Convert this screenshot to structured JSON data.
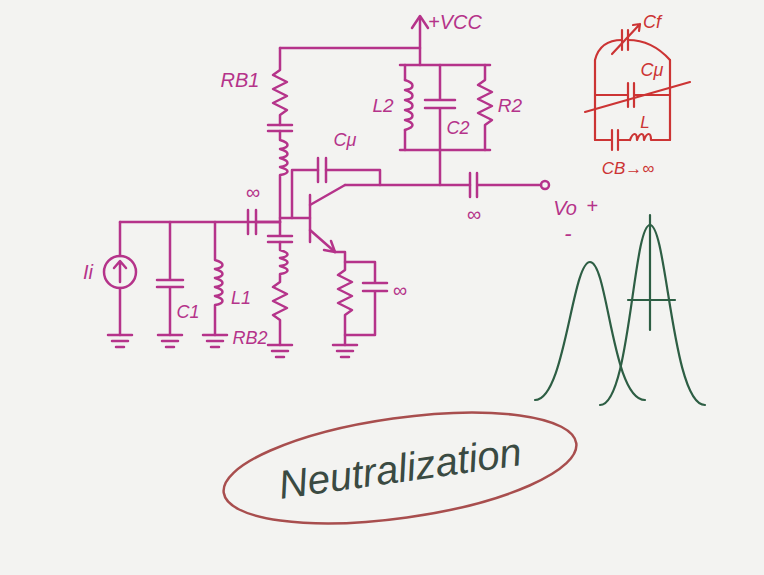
{
  "diagram": {
    "labels": [
      "+VCC",
      "RB1",
      "L2",
      "C2",
      "R2",
      "Cμ",
      "∞",
      "∞",
      "Vo",
      "+",
      "-",
      "Ii",
      "C1",
      "L1",
      "RB2",
      "∞",
      "Cf",
      "Cμ",
      "L",
      "CB→∞",
      "Neutralization"
    ]
  }
}
